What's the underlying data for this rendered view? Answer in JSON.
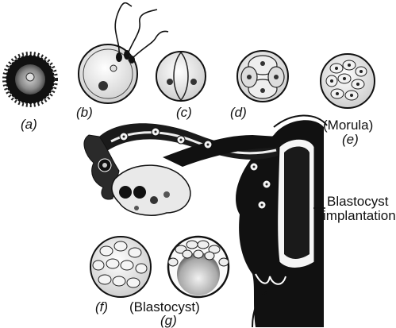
{
  "labels": {
    "a": "(a)",
    "b": "(b)",
    "c": "(c)",
    "d": "(d)",
    "morula": "(Morula)",
    "e": "(e)",
    "f": "(f)",
    "blastocyst": "(Blastocyst)",
    "g": "(g)",
    "implantation_line1": "Blastocyst",
    "implantation_line2": "implantation"
  },
  "colors": {
    "ink": "#111111",
    "paper": "#ffffff",
    "tissue": "#1a1a1a",
    "cell_fill": "#f4f4f4",
    "shade": "#9a9a9a"
  }
}
